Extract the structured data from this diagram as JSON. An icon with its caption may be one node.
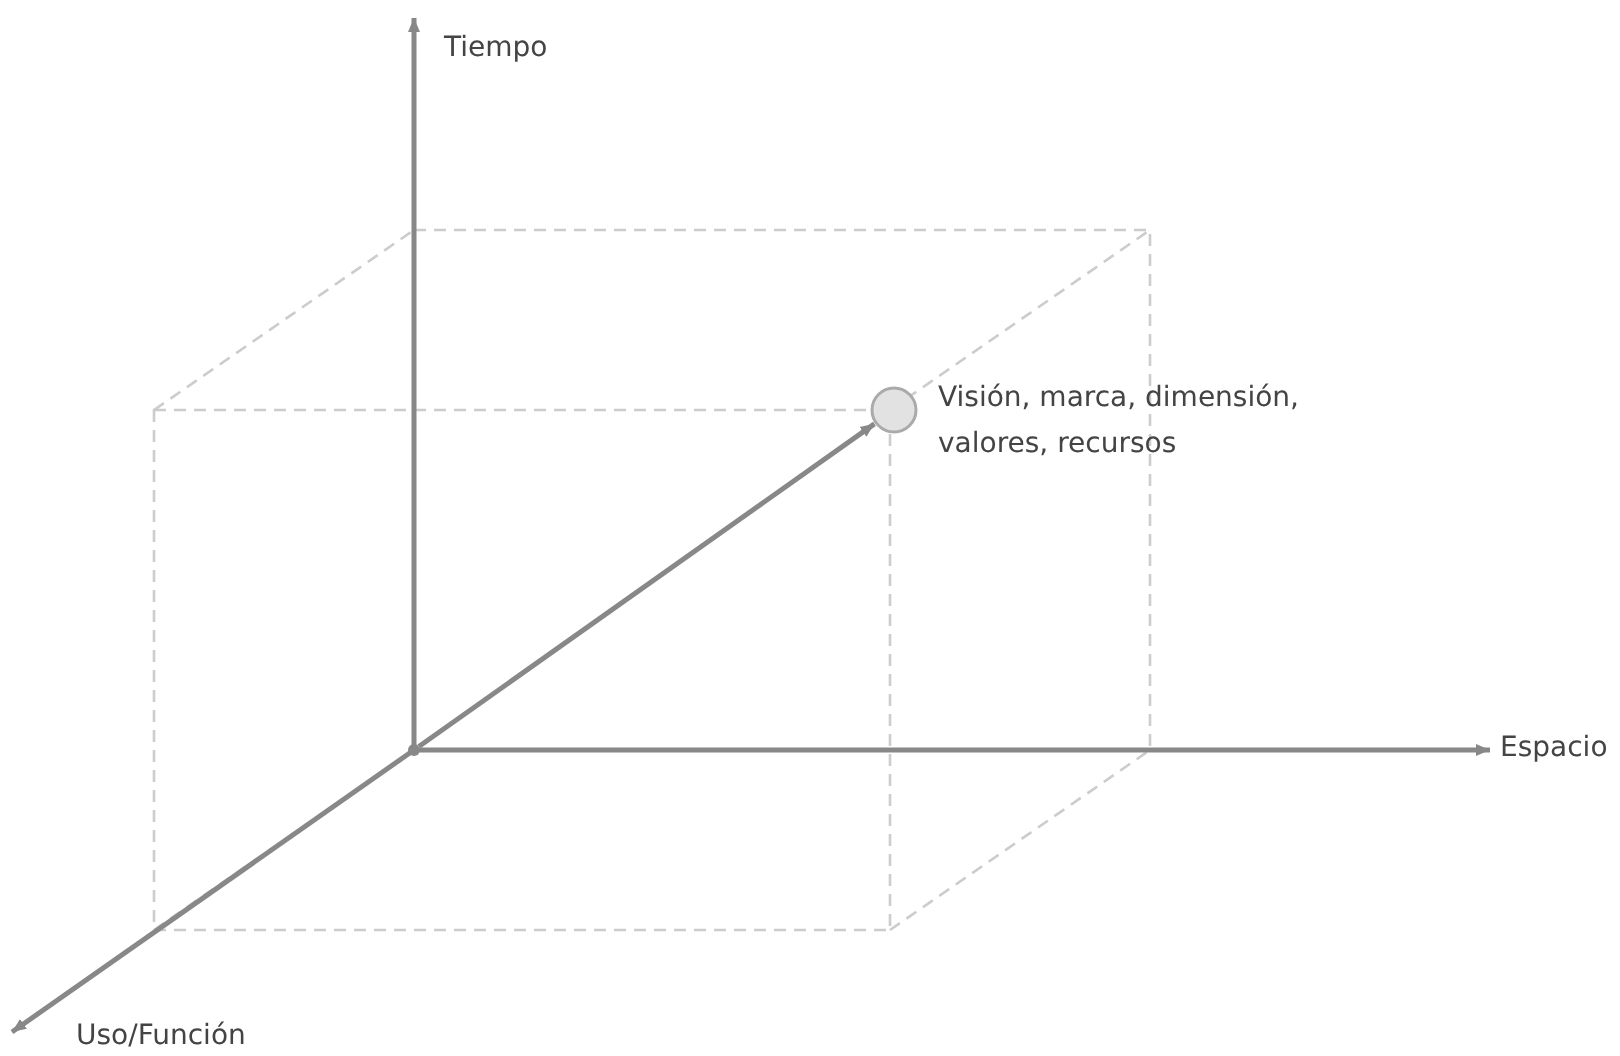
{
  "diagram": {
    "nodes": [
      {
        "text": [],
        "shape": "circle",
        "beside": [
          "Visión, marca, dimensión, valores, recursos"
        ]
      },
      {
        "text": [],
        "shape": "point"
      }
    ],
    "edges": [
      {
        "from": 1,
        "to": 0,
        "arrow": "to"
      }
    ],
    "labels": [
      "Tiempo",
      "Espacio",
      "Uso/Función"
    ]
  }
}
